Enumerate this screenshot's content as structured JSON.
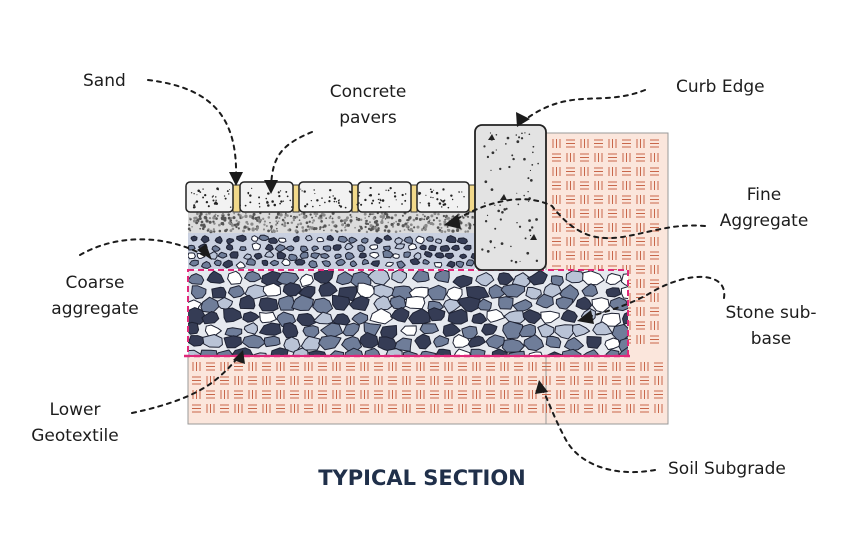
{
  "title": "TYPICAL SECTION",
  "labels": {
    "sand": "Sand",
    "concrete_pavers": [
      "Concrete",
      "pavers"
    ],
    "curb_edge": "Curb Edge",
    "fine_aggregate": [
      "Fine",
      "Aggregate"
    ],
    "coarse_aggregate": [
      "Coarse",
      "aggregate"
    ],
    "stone_subbase": [
      "Stone sub-",
      "base"
    ],
    "lower_geotextile": [
      "Lower",
      "Geotextile"
    ],
    "soil_subgrade": "Soil Subgrade"
  },
  "colors": {
    "soil": "#fbe6dc",
    "soil_hatch": "#c8674a",
    "paver": "#f2f2f2",
    "sand_joint": "#f2d98a",
    "fine_aggregate": "#d9d9d9",
    "stone_dark": "#353c55",
    "stone_mid": "#6f7d99",
    "stone_light": "#b9c3d6",
    "geotextile": "#e0287a",
    "title": "#20304a"
  }
}
